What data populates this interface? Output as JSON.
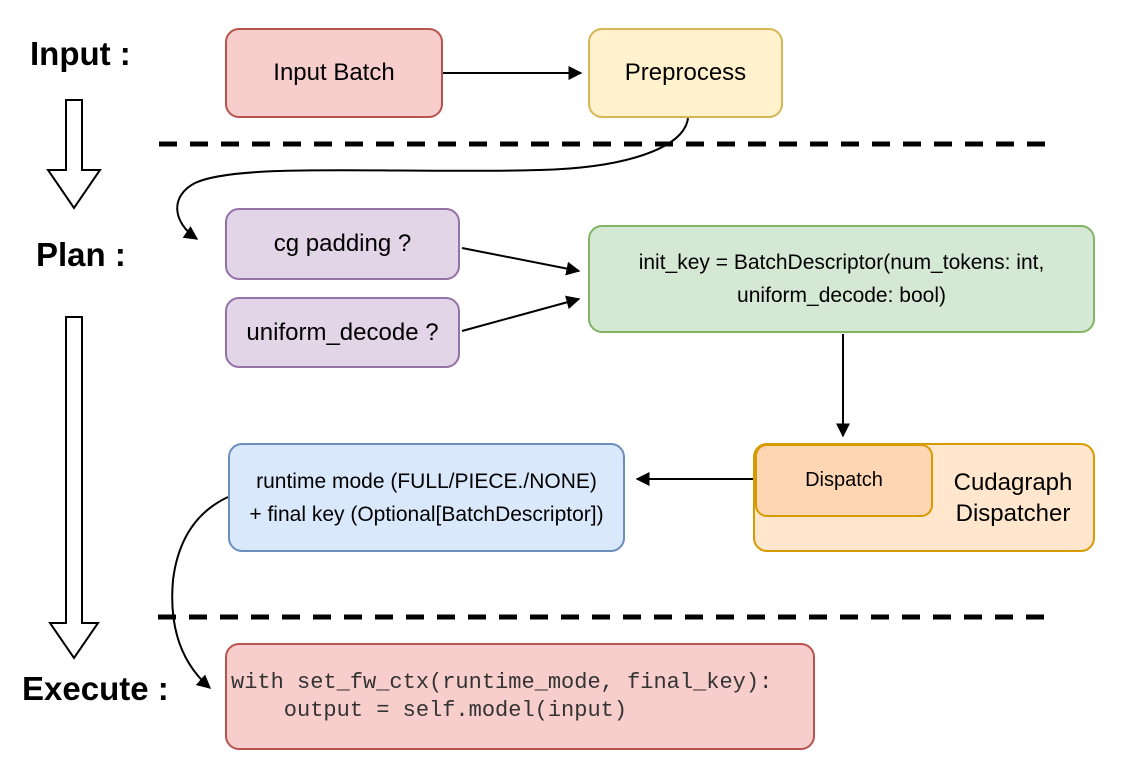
{
  "labels": {
    "input": "Input :",
    "plan": "Plan :",
    "execute": "Execute :"
  },
  "nodes": {
    "input_batch": {
      "label": "Input Batch"
    },
    "preprocess": {
      "label": "Preprocess"
    },
    "cg_padding": {
      "label": "cg padding ?"
    },
    "uniform_decode": {
      "label": "uniform_decode ?"
    },
    "init_key": {
      "line1": "init_key = BatchDescriptor(num_tokens: int,",
      "line2": "uniform_decode: bool)"
    },
    "runtime_mode": {
      "line1": "runtime mode (FULL/PIECE./NONE)",
      "line2": "+ final key (Optional[BatchDescriptor])"
    },
    "dispatch": {
      "label": "Dispatch"
    },
    "cudagraph_dispatcher": {
      "label": "Cudagraph Dispatcher"
    },
    "execute_code": {
      "line1": "with set_fw_ctx(runtime_mode, final_key):",
      "line2": "    output = self.model(input)"
    }
  },
  "icons": {
    "flow_arrow_input_to_plan": "hollow-down-arrow",
    "flow_arrow_plan_to_execute": "hollow-down-arrow"
  },
  "colors": {
    "red_fill": "#f8cecc",
    "red_stroke": "#b85450",
    "yellow_fill": "#fff2cc",
    "yellow_stroke": "#d6b656",
    "purple_fill": "#e1d5e7",
    "purple_stroke": "#9673a6",
    "green_fill": "#d5e8d4",
    "green_stroke": "#82b366",
    "blue_fill": "#dae8fc",
    "blue_stroke": "#6c8ebf",
    "orange_fill": "#ffe6cc",
    "orange_stroke": "#d79b00",
    "dispatch_fill": "#ffd6b3",
    "connector": "#000000"
  }
}
